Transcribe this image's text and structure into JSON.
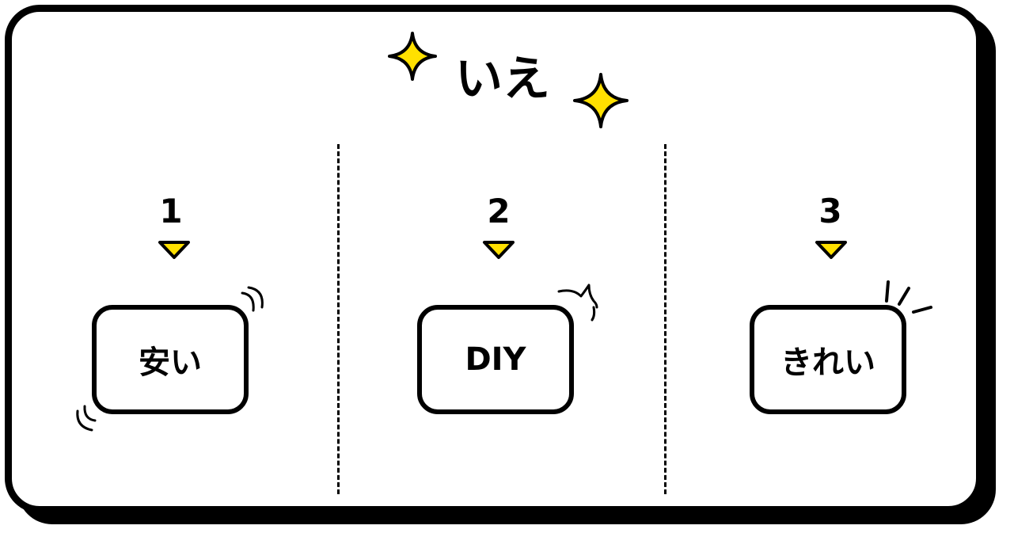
{
  "title": "いえ",
  "steps": [
    {
      "number": "1",
      "label": "安い"
    },
    {
      "number": "2",
      "label": "DIY"
    },
    {
      "number": "3",
      "label": "きれい"
    }
  ],
  "colors": {
    "accent": "#FFE000",
    "outline": "#000000",
    "background": "#FFFFFF"
  },
  "icons": [
    "sparkle-icon",
    "triangle-down-icon",
    "wobble-lines-icon",
    "pop-burst-icon",
    "shine-lines-icon"
  ]
}
